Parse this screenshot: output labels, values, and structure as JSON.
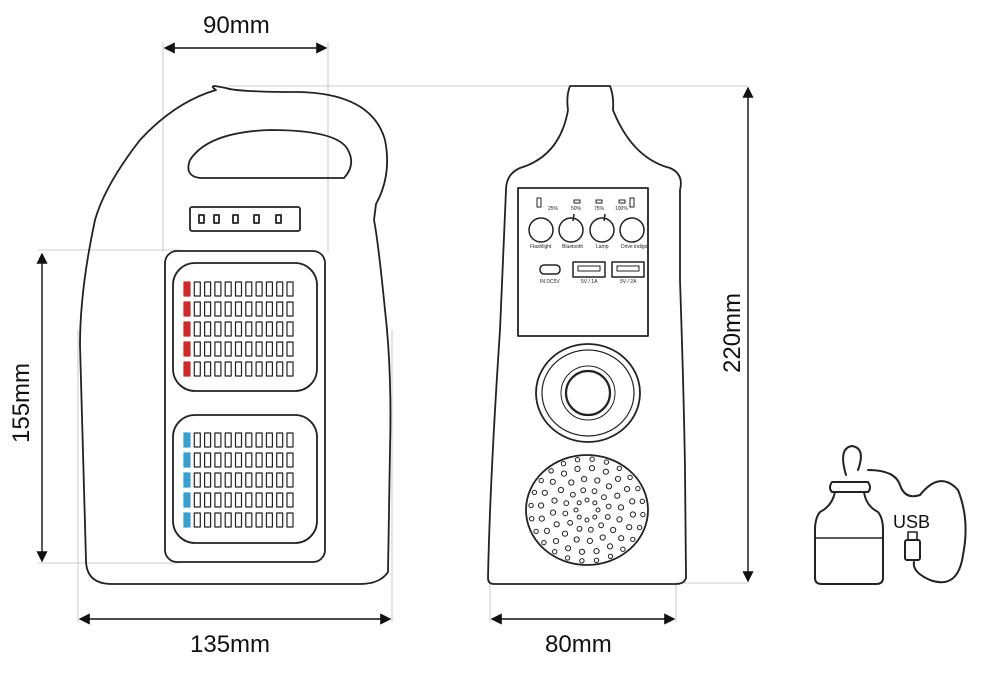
{
  "dimensions": {
    "top_width": "90mm",
    "left_height": "155mm",
    "bottom_left_width": "135mm",
    "bottom_right_width": "80mm",
    "right_height": "220mm"
  },
  "panel": {
    "battery_levels": [
      "25%",
      "50%",
      "75%",
      "100%"
    ],
    "buttons": [
      "Flashlight",
      "Bluetooth",
      "Lamp",
      "Drive indigo"
    ],
    "ports": [
      "IN DC5V",
      "5V / 1A",
      "5V / 2A"
    ]
  },
  "accessory": {
    "cable_label": "USB"
  },
  "colors": {
    "line": "#222222",
    "leds_top": "#cc2a2a",
    "leds_bottom": "#3a9fd0",
    "guides": "#bdbdbd"
  }
}
